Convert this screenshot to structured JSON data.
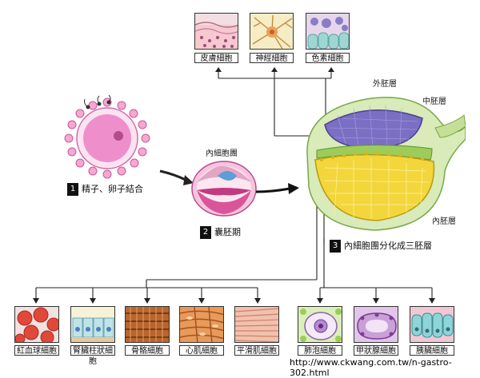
{
  "top_cells": [
    {
      "label": "皮膚細胞",
      "icon": "skin-cell-icon"
    },
    {
      "label": "神經細胞",
      "icon": "nerve-cell-icon"
    },
    {
      "label": "色素細胞",
      "icon": "pigment-cell-icon"
    }
  ],
  "steps": {
    "step1": {
      "num": "1",
      "text": "精子、卵子結合"
    },
    "step2": {
      "num": "2",
      "text": "囊胚期"
    },
    "step3": {
      "num": "3",
      "text": "內細胞團分化成三胚層"
    }
  },
  "labels": {
    "inner_cell_mass": "內細胞團",
    "ectoderm": "外胚層",
    "mesoderm": "中胚層",
    "endoderm": "內胚層"
  },
  "bottom_cells_mesoderm": [
    {
      "label": "紅血球細胞",
      "icon": "red-blood-cell-icon"
    },
    {
      "label": "腎臟柱狀細胞",
      "icon": "kidney-columnar-cell-icon"
    },
    {
      "label": "骨骼細胞",
      "icon": "skeletal-muscle-cell-icon"
    },
    {
      "label": "心肌細胞",
      "icon": "cardiac-muscle-cell-icon"
    },
    {
      "label": "平滑肌細胞",
      "icon": "smooth-muscle-cell-icon"
    }
  ],
  "bottom_cells_endoderm": [
    {
      "label": "肺泡細胞",
      "icon": "alveolar-cell-icon"
    },
    {
      "label": "甲狀腺細胞",
      "icon": "thyroid-cell-icon"
    },
    {
      "label": "胰臟細胞",
      "icon": "pancreatic-cell-icon"
    }
  ],
  "watermark": "http://www.ckwang.com.tw/n-gastro-302.html",
  "colors": {
    "ectoderm": "#7b6fc4",
    "mesoderm": "#9ccc5a",
    "endoderm": "#f3d63c",
    "egg": "#e67ac8",
    "blastocyst_pink": "#d9559a",
    "blastocyst_blue": "#5b9ed8"
  }
}
